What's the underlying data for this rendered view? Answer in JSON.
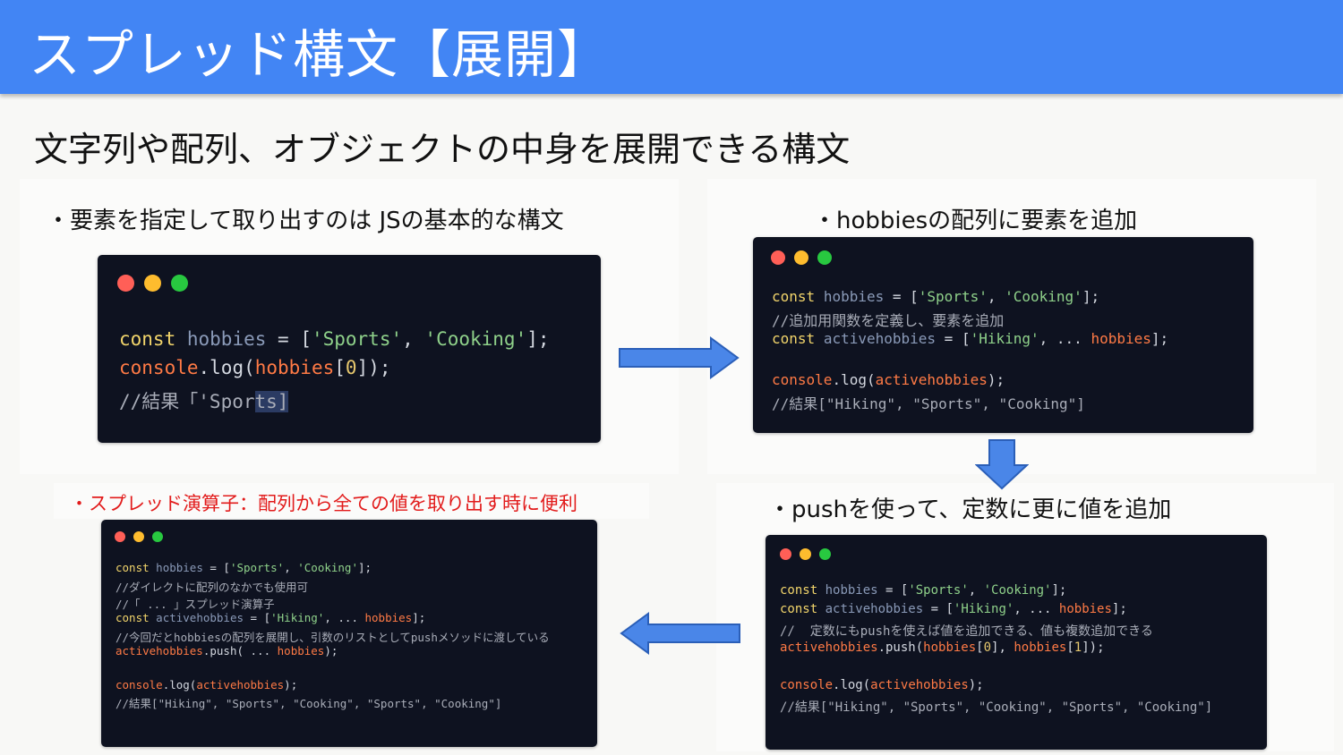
{
  "title": "スプレッド構文【展開】",
  "subtitle": "文字列や配列、オブジェクトの中身を展開できる構文",
  "sections": {
    "top_left": {
      "label": "・要素を指定して取り出すのは JSの基本的な構文"
    },
    "top_right": {
      "label": "・hobbiesの配列に要素を追加"
    },
    "bottom_right": {
      "label": "・pushを使って、定数に更に値を追加"
    },
    "bottom_left": {
      "label": "・スプレッド演算子：配列から全ての値を取り出す時に便利"
    }
  },
  "code1": {
    "l1": {
      "kw": "const",
      "v": "hobbies",
      "p1": " = [",
      "s1": "'Sports'",
      "p2": ", ",
      "s2": "'Cooking'",
      "p3": "];"
    },
    "l2": {
      "fn": "console",
      "p1": ".log(",
      "arg": "hobbies",
      "p2": "[",
      "n": "0",
      "p3": "]);"
    },
    "l3": {
      "pre": "//結果「'Spor",
      "hl": "ts]"
    }
  },
  "code2": {
    "l1": {
      "kw": "const",
      "v": "hobbies",
      "p1": " = [",
      "s1": "'Sports'",
      "p2": ", ",
      "s2": "'Cooking'",
      "p3": "];"
    },
    "l2": "//追加用関数を定義し、要素を追加",
    "l3": {
      "kw": "const",
      "v": "activehobbies",
      "p1": " = [",
      "s1": "'Hiking'",
      "p2": ", ... ",
      "arr": "hobbies",
      "p3": "];"
    },
    "l4": {
      "fn": "console",
      "p1": ".log(",
      "arg": "activehobbies",
      "p2": ");"
    },
    "l5": "//結果[\"Hiking\", \"Sports\", \"Cooking\"]"
  },
  "code3": {
    "l1": {
      "kw": "const",
      "v": "hobbies",
      "p1": " = [",
      "s1": "'Sports'",
      "p2": ", ",
      "s2": "'Cooking'",
      "p3": "];"
    },
    "l2": {
      "kw": "const",
      "v": "activehobbies",
      "p1": " = [",
      "s1": "'Hiking'",
      "p2": ", ... ",
      "arr": "hobbies",
      "p3": "];"
    },
    "l3": "//  定数にもpushを使えば値を追加できる、値も複数追加できる",
    "l4": {
      "fn": "activehobbies",
      "p1": ".push(",
      "a1": "hobbies",
      "b1": "[",
      "n1": "0",
      "c1": "], ",
      "a2": "hobbies",
      "b2": "[",
      "n2": "1",
      "c2": "]);"
    },
    "l5": {
      "fn": "console",
      "p1": ".log(",
      "arg": "activehobbies",
      "p2": ");"
    },
    "l6": "//結果[\"Hiking\", \"Sports\", \"Cooking\", \"Sports\", \"Cooking\"]"
  },
  "code4": {
    "l1": {
      "kw": "const",
      "v": "hobbies",
      "p1": " = [",
      "s1": "'Sports'",
      "p2": ", ",
      "s2": "'Cooking'",
      "p3": "];"
    },
    "l2": "//ダイレクトに配列のなかでも使用可",
    "l3": "//「 ... 」スプレッド演算子",
    "l4": {
      "kw": "const",
      "v": "activehobbies",
      "p1": " = [",
      "s1": "'Hiking'",
      "p2": ", ... ",
      "arr": "hobbies",
      "p3": "];"
    },
    "l5": "//今回だとhobbiesの配列を展開し、引数のリストとしてpushメソッドに渡している",
    "l6": {
      "fn": "activehobbies",
      "p1": ".push( ... ",
      "arg": "hobbies",
      "p2": ");"
    },
    "l7": {
      "fn": "console",
      "p1": ".log(",
      "arg": "activehobbies",
      "p2": ");"
    },
    "l8": "//結果[\"Hiking\", \"Sports\", \"Cooking\", \"Sports\", \"Cooking\"]"
  },
  "colors": {
    "title_bar": "#4285f4",
    "code_bg": "#0e1220",
    "keyword": "#f2d56b",
    "string": "#8fd18a",
    "function": "#ff7a45",
    "arrow": "#4a86e8",
    "note_red": "#e21b1b"
  },
  "arrows": [
    "arrow-right",
    "arrow-down",
    "arrow-left"
  ]
}
